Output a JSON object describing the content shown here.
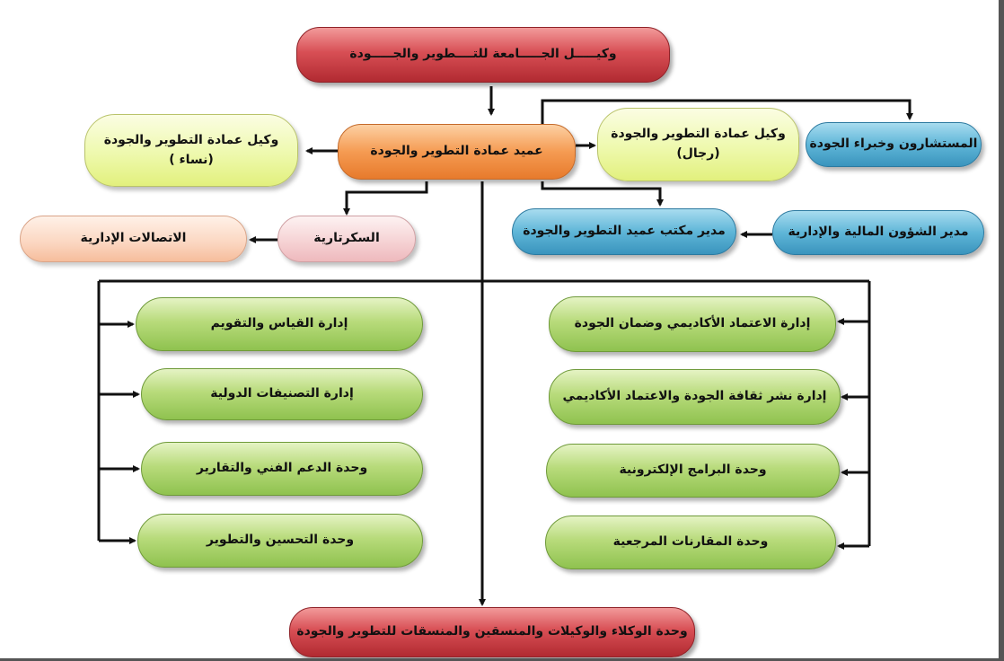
{
  "nodes": {
    "vice_rector": "وكيـــــل الجـــــامعة للتــــطوير والجـــــودة",
    "dean": "عميد عمادة التطوير والجودة",
    "vice_dean_women_line1": "وكيل عمادة التطوير والجودة",
    "vice_dean_women_line2": "(نساء )",
    "vice_dean_men_line1": "وكيل عمادة التطوير والجودة",
    "vice_dean_men_line2": "(رجال)",
    "consultants": "المستشارون وخبراء الجودة",
    "secretary": "السكرتارية",
    "admin_comm": "الاتصالات الإدارية",
    "office_manager": "مدير مكتب عميد التطوير والجودة",
    "finance_manager": "مدير الشؤون المالية والإدارية",
    "measurement": "إدارة القياس والتقويم",
    "rankings": "إدارة التصنيفات الدولية",
    "tech_support": "وحدة الدعم الفني والتقارير",
    "improvement": "وحدة التحسين والتطوير",
    "accreditation": "إدارة الاعتماد الأكاديمي وضمان الجودة",
    "culture": "إدارة نشر ثقافة الجودة والاعتماد الأكاديمي",
    "e_programs": "وحدة البرامج الإلكترونية",
    "benchmarking": "وحدة المقارنات المرجعية",
    "agents": "وحدة الوكلاء والوكيلات والمنسقين والمنسقات للتطوير والجودة"
  },
  "colors": {
    "red": "#d84f55",
    "orange": "#f59b52",
    "yellow": "#eef9ad",
    "blue": "#5fb6d8",
    "pink": "#f5d0d2",
    "peach": "#fbd6c0",
    "green": "#b8db7b",
    "connector": "#111111"
  }
}
